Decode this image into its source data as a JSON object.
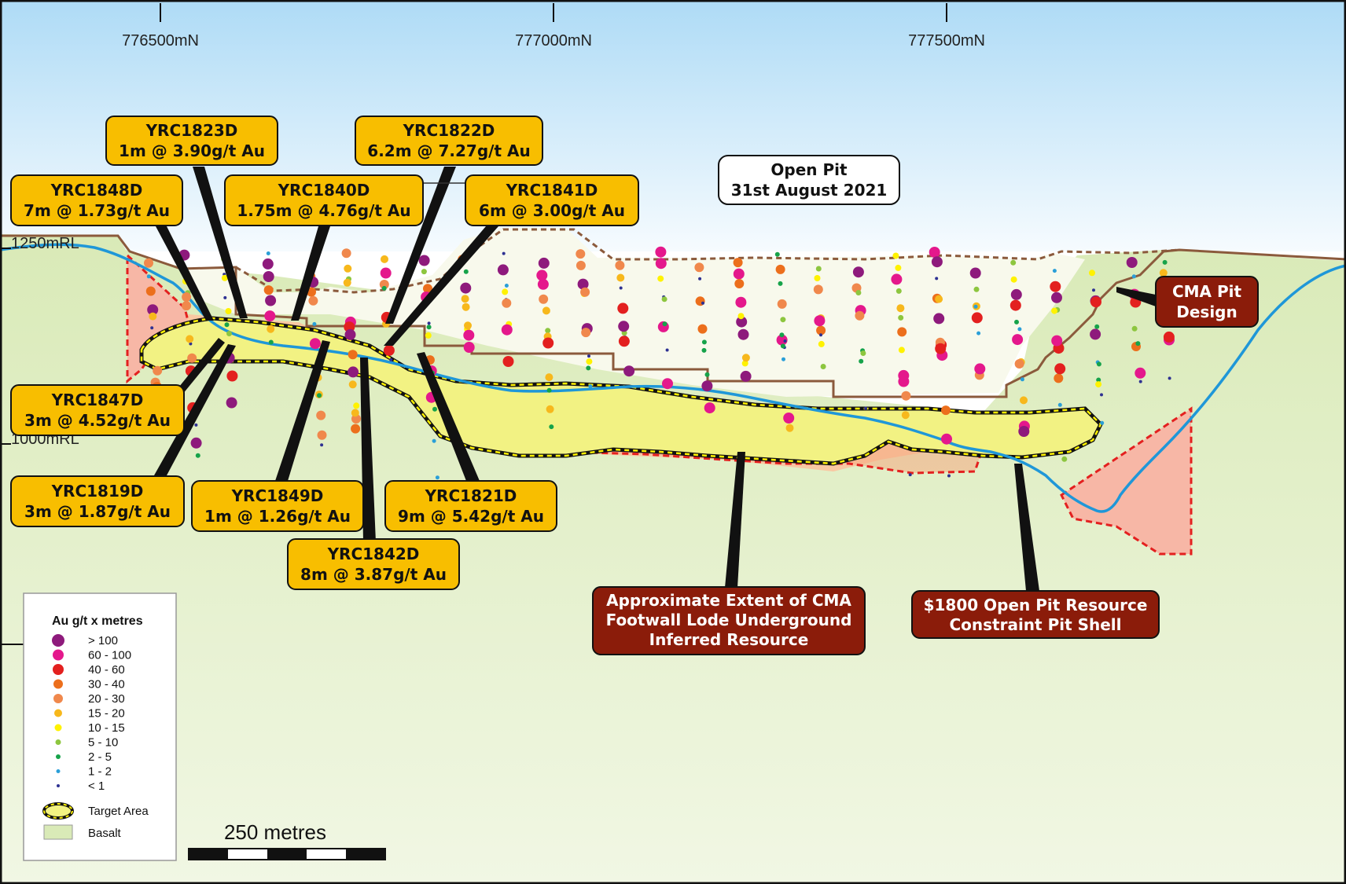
{
  "northings": [
    {
      "label": "776500mN"
    },
    {
      "label": "777000mN"
    },
    {
      "label": "777500mN"
    }
  ],
  "rl_labels": {
    "top": "1250mRL",
    "mid": "1000mRL"
  },
  "open_pit_label": {
    "line1": "Open Pit",
    "line2": "31st August 2021"
  },
  "callouts": [
    {
      "id": "YRC1823D",
      "line1": "YRC1823D",
      "line2": "1m @ 3.90g/t Au"
    },
    {
      "id": "YRC1822D",
      "line1": "YRC1822D",
      "line2": "6.2m @ 7.27g/t Au"
    },
    {
      "id": "YRC1848D",
      "line1": "YRC1848D",
      "line2": "7m @ 1.73g/t Au"
    },
    {
      "id": "YRC1840D",
      "line1": "YRC1840D",
      "line2": "1.75m @ 4.76g/t Au"
    },
    {
      "id": "YRC1841D",
      "line1": "YRC1841D",
      "line2": "6m @ 3.00g/t Au"
    },
    {
      "id": "YRC1847D",
      "line1": "YRC1847D",
      "line2": "3m @ 4.52g/t Au"
    },
    {
      "id": "YRC1819D",
      "line1": "YRC1819D",
      "line2": "3m @ 1.87g/t Au"
    },
    {
      "id": "YRC1849D",
      "line1": "YRC1849D",
      "line2": "1m @ 1.26g/t Au"
    },
    {
      "id": "YRC1821D",
      "line1": "YRC1821D",
      "line2": "9m @ 5.42g/t Au"
    },
    {
      "id": "YRC1842D",
      "line1": "YRC1842D",
      "line2": "8m @ 3.87g/t Au"
    }
  ],
  "labels": {
    "cma_pit": {
      "line1": "CMA Pit",
      "line2": "Design"
    },
    "footwall": {
      "line1": "Approximate Extent of CMA",
      "line2": "Footwall Lode Underground",
      "line3": "Inferred Resource"
    },
    "resource_shell": {
      "line1": "$1800 Open Pit Resource",
      "line2": "Constraint Pit Shell"
    }
  },
  "legend": {
    "title": "Au g/t x metres",
    "items": [
      {
        "label": "> 100",
        "color": "#8e1a7c"
      },
      {
        "label": "60 - 100",
        "color": "#e4188c"
      },
      {
        "label": "40 - 60",
        "color": "#e3201f"
      },
      {
        "label": "30 - 40",
        "color": "#ec6f1c"
      },
      {
        "label": "20 - 30",
        "color": "#f0884c"
      },
      {
        "label": "15 - 20",
        "color": "#f7b81c"
      },
      {
        "label": "10 - 15",
        "color": "#fff200"
      },
      {
        "label": "5 - 10",
        "color": "#8dc63f"
      },
      {
        "label": "2 - 5",
        "color": "#16a34a"
      },
      {
        "label": "1 - 2",
        "color": "#2a9fd8"
      },
      {
        "label": "< 1",
        "color": "#2e3192"
      }
    ],
    "target_area": "Target Area",
    "basalt": "Basalt"
  },
  "scale_bar": {
    "label": "250 metres"
  },
  "colors": {
    "callout_fill": "#f8be00",
    "dark_label": "#8b1c0a",
    "basalt": "#d9eab7",
    "water_table": "#1f97d8",
    "resource_shell": "#f7b7a6"
  }
}
